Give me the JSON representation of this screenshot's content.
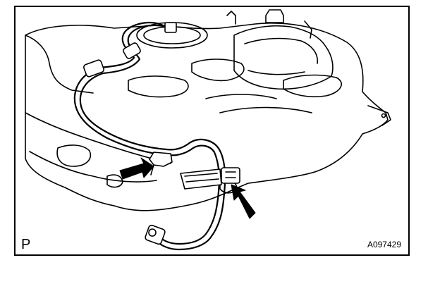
{
  "figure": {
    "corner_label": "P",
    "figure_code": "A097429"
  },
  "icons": [
    "fuel-tank-illustration",
    "fuel-hose-icon",
    "connector-icon",
    "pointer-arrow-icon"
  ],
  "colors": {
    "line": "#000000",
    "background": "#ffffff"
  }
}
